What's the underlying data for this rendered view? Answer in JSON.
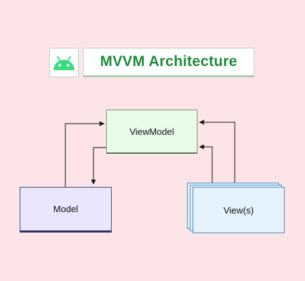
{
  "title": {
    "text": "MVVM Architecture",
    "logo_icon": "android-icon",
    "accent": "#3ddc84",
    "text_color": "#1f8a3c"
  },
  "nodes": {
    "viewmodel": "ViewModel",
    "model": "Model",
    "views": "View(s)"
  },
  "edges": [
    {
      "from": "Model",
      "to": "ViewModel"
    },
    {
      "from": "ViewModel",
      "to": "Model"
    },
    {
      "from": "View(s)",
      "to": "ViewModel"
    },
    {
      "from": "View(s)",
      "to": "ViewModel"
    }
  ],
  "colors": {
    "background": "#fde4e7",
    "viewmodel_fill": "#e9fbe9",
    "model_fill": "#e9e7fd",
    "views_fill": "#e4f3fe"
  }
}
